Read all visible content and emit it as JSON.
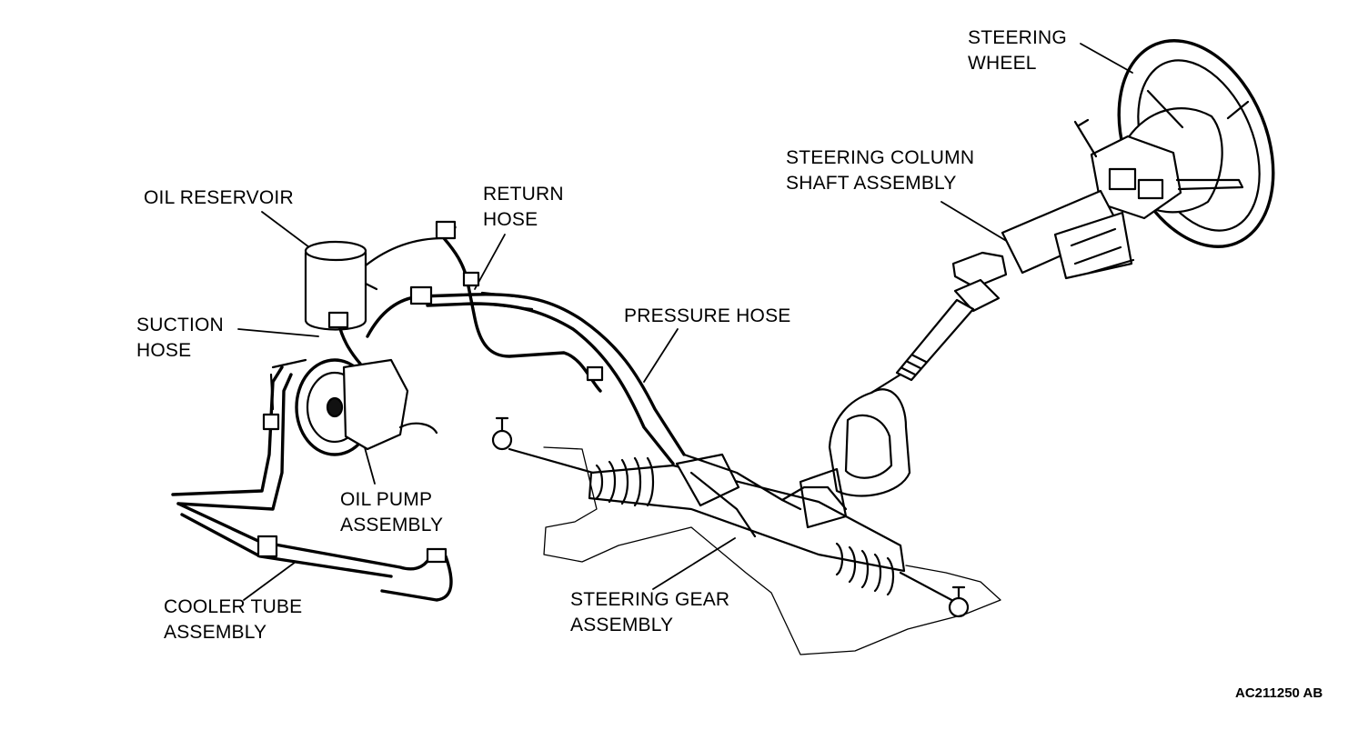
{
  "labels": {
    "steering_wheel": [
      "STEERING",
      "WHEEL"
    ],
    "steering_column": [
      "STEERING COLUMN",
      "SHAFT ASSEMBLY"
    ],
    "oil_reservoir": [
      "OIL RESERVOIR"
    ],
    "return_hose": [
      "RETURN",
      "HOSE"
    ],
    "pressure_hose": [
      "PRESSURE HOSE"
    ],
    "suction_hose": [
      "SUCTION",
      "HOSE"
    ],
    "oil_pump": [
      "OIL PUMP",
      "ASSEMBLY"
    ],
    "cooler_tube": [
      "COOLER TUBE",
      "ASSEMBLY"
    ],
    "steering_gear": [
      "STEERING GEAR",
      "ASSEMBLY"
    ]
  },
  "figure_id": "AC211250 AB"
}
